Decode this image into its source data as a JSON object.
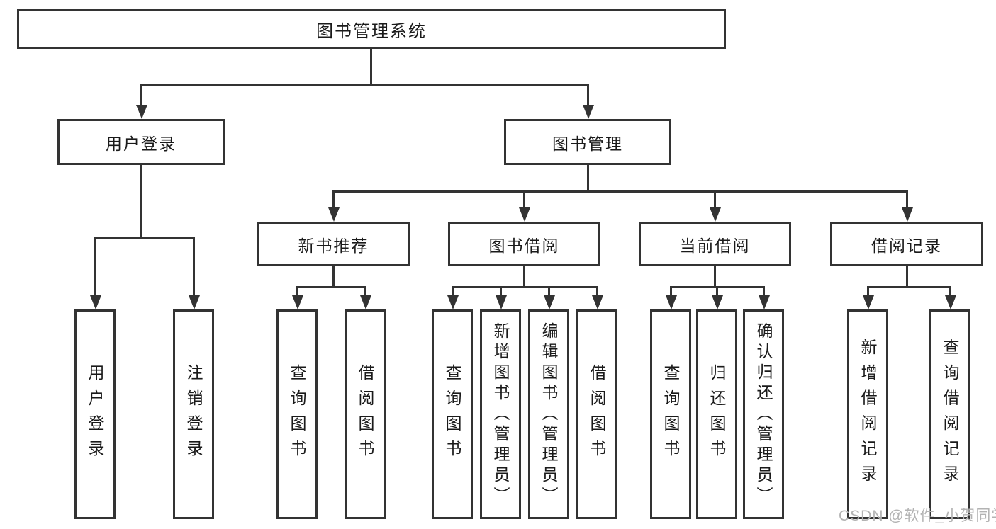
{
  "diagram_title": "图书管理系统",
  "tree": {
    "root": {
      "label": "图书管理系统",
      "children": [
        {
          "label": "用户登录",
          "children": [
            {
              "label": "用户登录"
            },
            {
              "label": "注销登录"
            }
          ]
        },
        {
          "label": "图书管理",
          "children": [
            {
              "label": "新书推荐",
              "children": [
                {
                  "label": "查询图书"
                },
                {
                  "label": "借阅图书"
                }
              ]
            },
            {
              "label": "图书借阅",
              "children": [
                {
                  "label": "查询图书"
                },
                {
                  "label": "新增图书（管理员）"
                },
                {
                  "label": "编辑图书（管理员）"
                },
                {
                  "label": "借阅图书"
                }
              ]
            },
            {
              "label": "当前借阅",
              "children": [
                {
                  "label": "查询图书"
                },
                {
                  "label": "归还图书"
                },
                {
                  "label": "确认归还（管理员）"
                }
              ]
            },
            {
              "label": "借阅记录",
              "children": [
                {
                  "label": "新增借阅记录"
                },
                {
                  "label": "查询借阅记录"
                }
              ]
            }
          ]
        }
      ]
    }
  },
  "watermark": "CSDN @软件_小贺同学",
  "colors": {
    "line": "#333333",
    "text": "#1a1a1a",
    "box_background": "#ffffff",
    "page_background": "#ffffff",
    "watermark": "#b3b3b3"
  }
}
